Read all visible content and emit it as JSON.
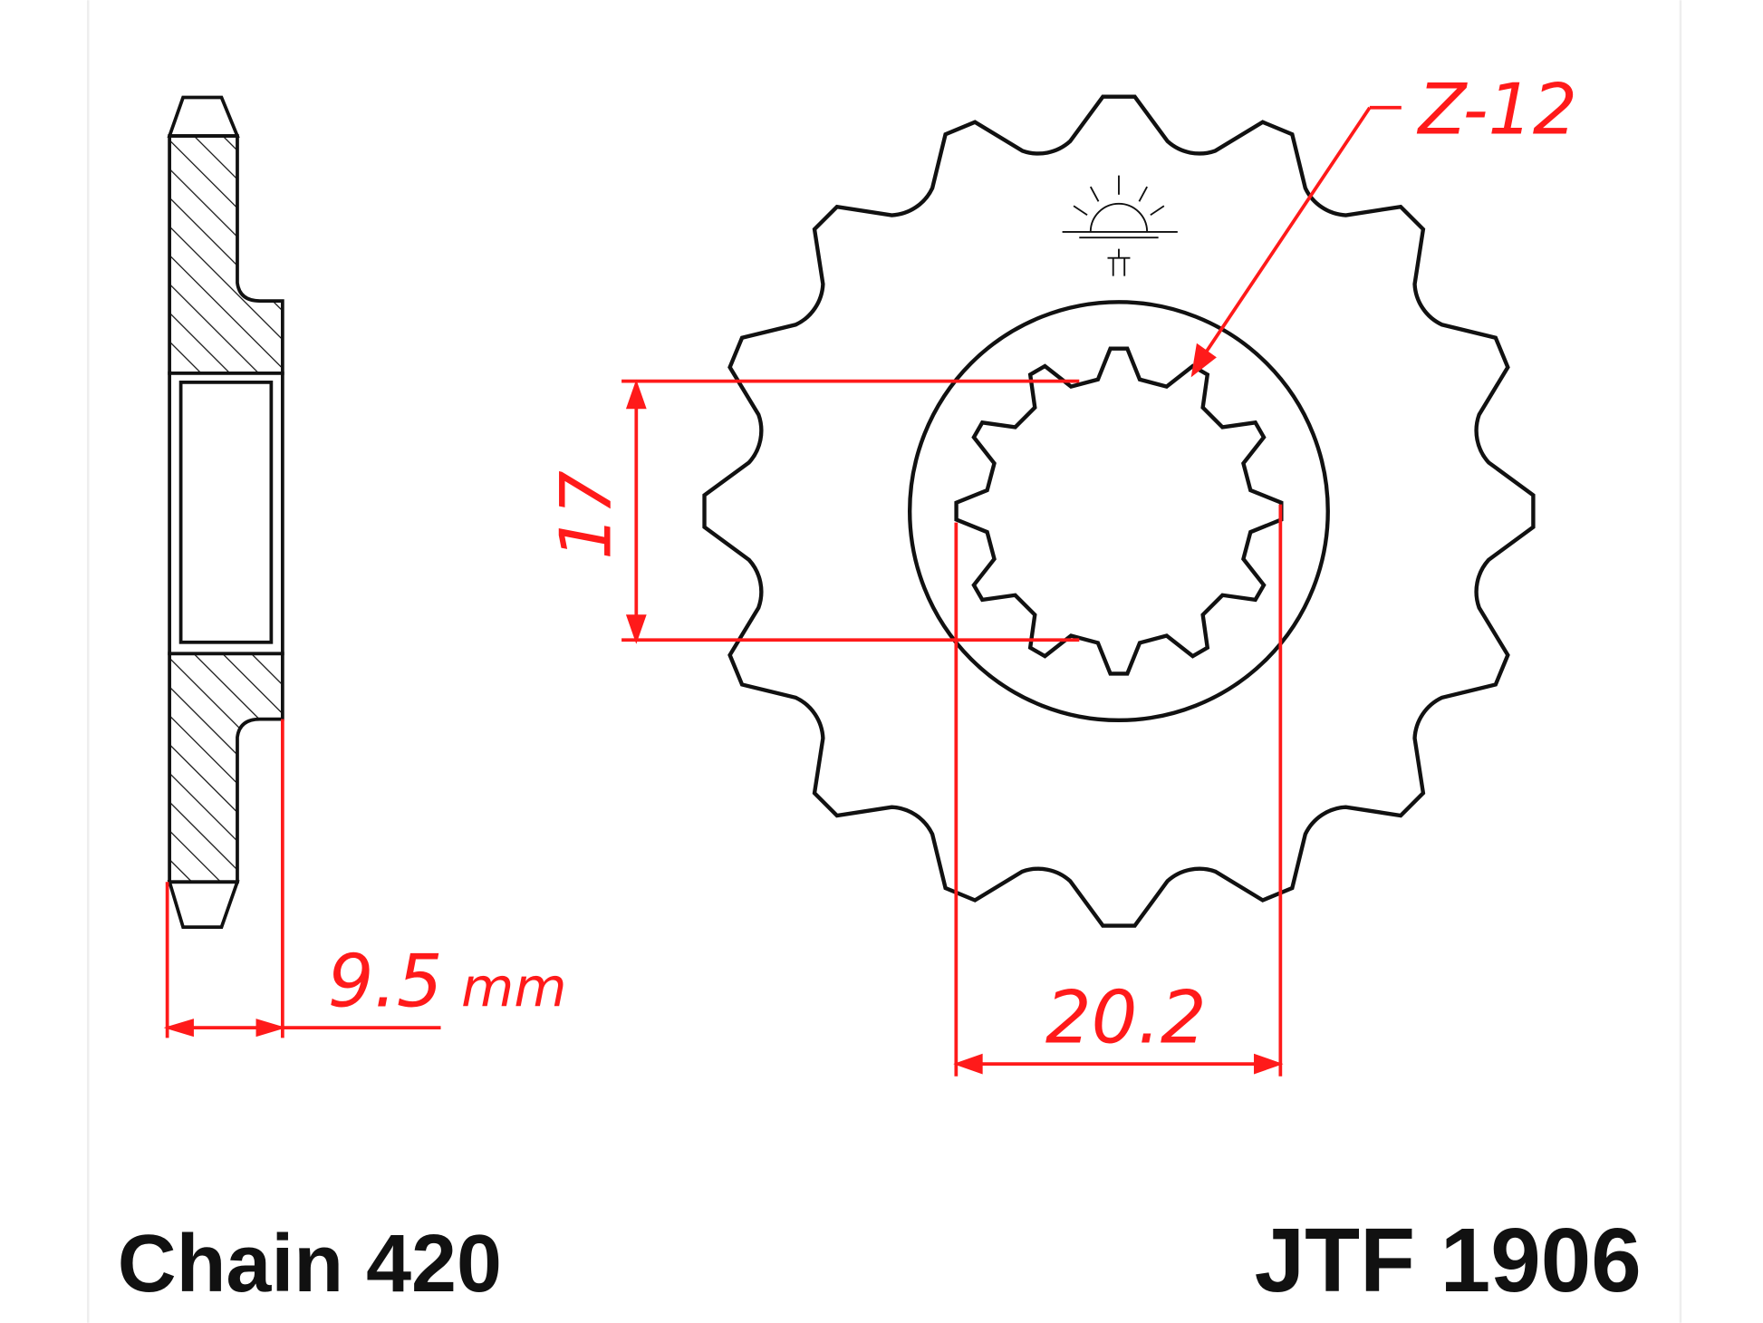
{
  "diagram": {
    "teeth_label": "Z-12",
    "bore_dimension": "17",
    "thickness_dimension": "9.5",
    "thickness_unit": "mm",
    "spline_dimension": "20.2",
    "chain_label": "Chain 420",
    "part_number": "JTF 1906",
    "sprocket_teeth_drawn": 16,
    "spline_teeth": 12,
    "colors": {
      "outline": "#111111",
      "dimension": "#ff1a1a"
    }
  }
}
